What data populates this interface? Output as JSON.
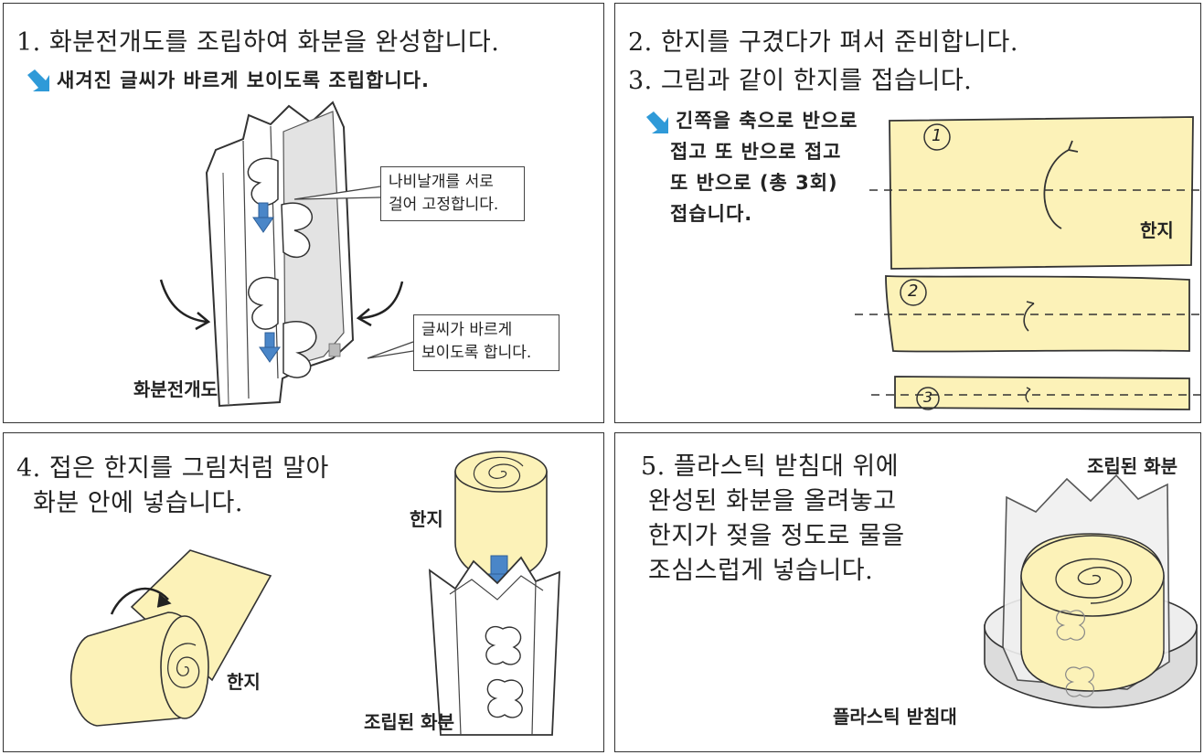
{
  "panel1": {
    "step": "1. 화분전개도를 조립하여 화분을 완성합니다.",
    "tip": "새겨진 글씨가 바르게 보이도록 조립합니다.",
    "callout1": [
      "나비날개를 서로",
      "걸어 고정합니다."
    ],
    "callout2": [
      "글씨가 바르게",
      "보이도록 합니다."
    ],
    "label": "화분전개도"
  },
  "panel2": {
    "step2": "2. 한지를 구겼다가 펴서 준비합니다.",
    "step3": "3. 그림과 같이 한지를 접습니다.",
    "tip": [
      "긴쪽을 축으로 반으로",
      "접고 또 반으로 접고",
      "또 반으로 (총 3회)",
      "접습니다."
    ],
    "fold1": "1",
    "fold2": "2",
    "fold3": "3",
    "label": "한지"
  },
  "panel3": {
    "step": [
      "4. 접은 한지를 그림처럼 말아",
      "화분 안에 넣습니다."
    ],
    "label_roll": "한지",
    "label_roll2": "한지",
    "label_pot": "조립된 화분"
  },
  "panel4": {
    "step": [
      "5. 플라스틱 받침대 위에",
      "완성된 화분을 올려놓고",
      "한지가 젖을 정도로 물을",
      "조심스럽게 넣습니다."
    ],
    "label_pot": "조립된 화분",
    "label_stand": "플라스틱 받침대"
  },
  "colors": {
    "paper": "#fcf2b8",
    "arrow": "#4a86c8",
    "tip_arrow": "#2f9ad8",
    "line": "#333333",
    "pot_shade": "#e0e0e0"
  }
}
